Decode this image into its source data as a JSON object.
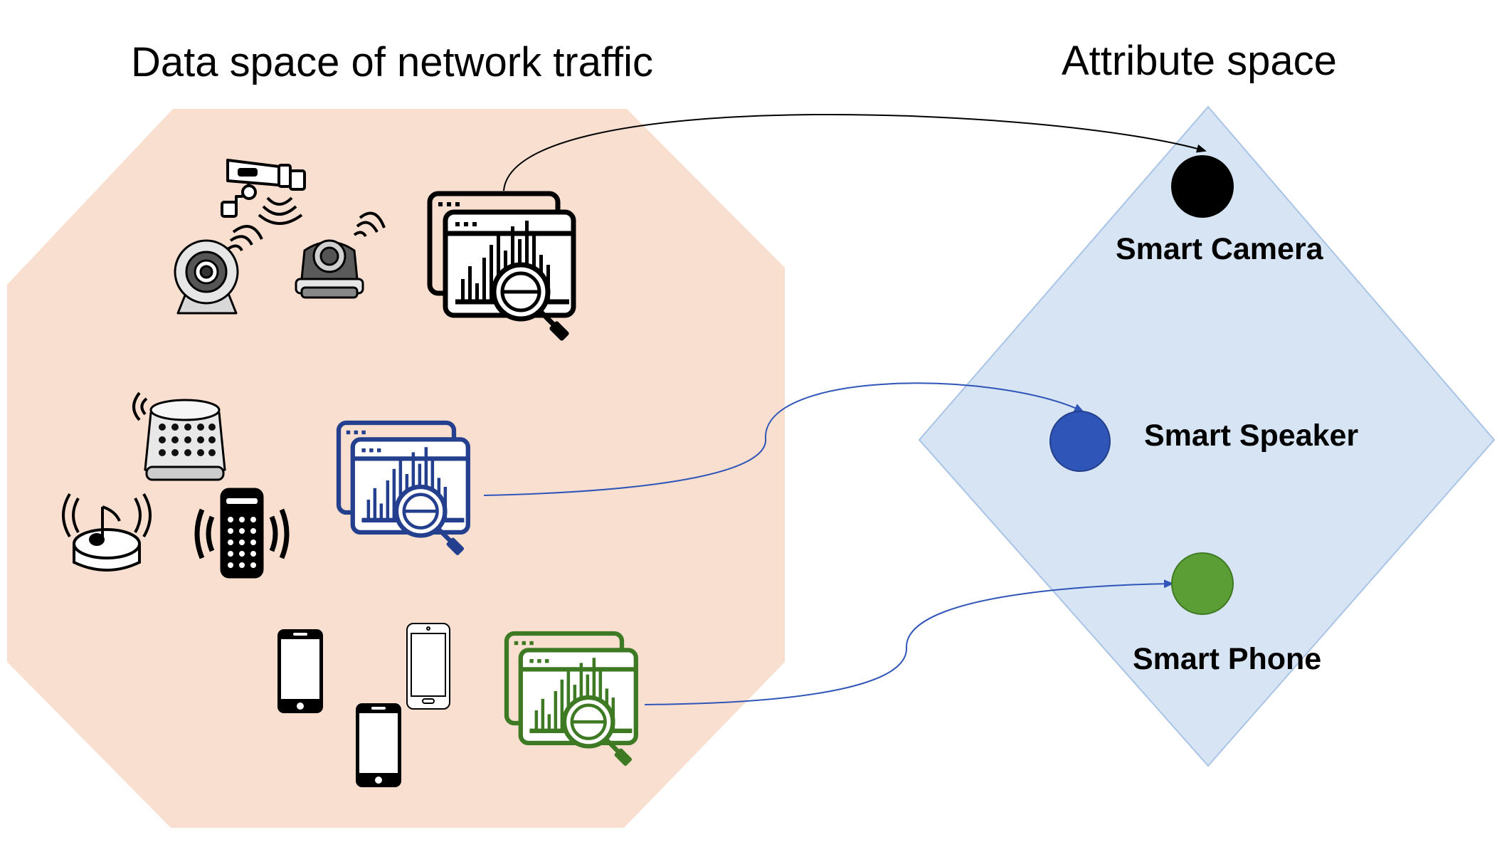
{
  "titles": {
    "data_space": "Data space of network traffic",
    "attribute_space": "Attribute space"
  },
  "colors": {
    "data_space_fill": "#F8DFD0",
    "attribute_space_fill": "#D6E4F3",
    "attribute_space_stroke": "#A9C4E6",
    "camera": "#000000",
    "speaker": "#2F55B8",
    "phone": "#5A9E35"
  },
  "devices": [
    {
      "group": "camera",
      "icons": [
        "security-camera-icon",
        "dome-camera-icon",
        "ptz-camera-icon"
      ]
    },
    {
      "group": "speaker",
      "icons": [
        "smart-speaker-icon",
        "echo-dot-icon",
        "cylinder-speaker-icon"
      ]
    },
    {
      "group": "phone",
      "icons": [
        "smartphone-icon",
        "smartphone-outline-icon",
        "smartphone-white-icon"
      ]
    }
  ],
  "traffic_analysis_icons": [
    "traffic-analysis-icon-camera",
    "traffic-analysis-icon-speaker",
    "traffic-analysis-icon-phone"
  ],
  "attributes": [
    {
      "id": "camera",
      "label": "Smart Camera"
    },
    {
      "id": "speaker",
      "label": "Smart Speaker"
    },
    {
      "id": "phone",
      "label": "Smart Phone"
    }
  ]
}
